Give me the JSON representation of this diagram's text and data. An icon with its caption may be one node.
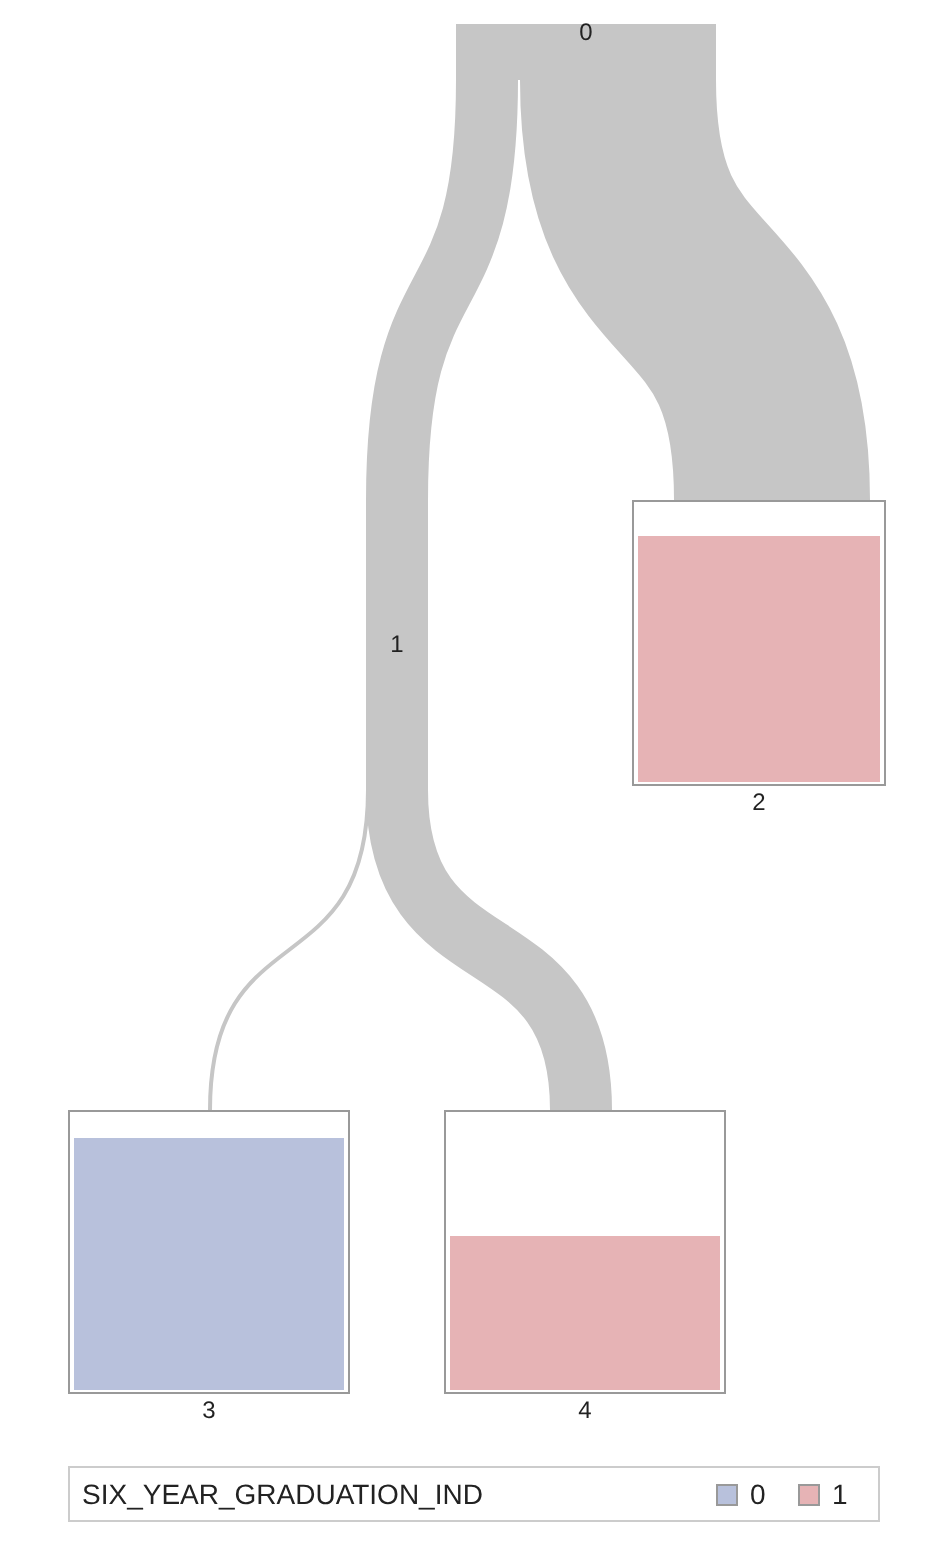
{
  "diagram": {
    "nodes": [
      {
        "text": [
          "0"
        ]
      },
      {
        "text": [
          "1"
        ]
      },
      {
        "text": [
          "2"
        ]
      },
      {
        "text": [
          "3"
        ]
      },
      {
        "text": [
          "4"
        ]
      }
    ],
    "edges": [
      {
        "from": 0,
        "to": 1,
        "arrow": "none"
      },
      {
        "from": 0,
        "to": 2,
        "arrow": "none",
        "style": "thick"
      },
      {
        "from": 1,
        "to": 3,
        "arrow": "none"
      },
      {
        "from": 1,
        "to": 4,
        "arrow": "none"
      }
    ],
    "labels": [
      "SIX_YEAR_GRADUATION_IND"
    ],
    "legend": [
      {
        "text": "0",
        "color": "#b8c1dc"
      },
      {
        "text": "1",
        "color": "#e6b3b5"
      }
    ]
  }
}
